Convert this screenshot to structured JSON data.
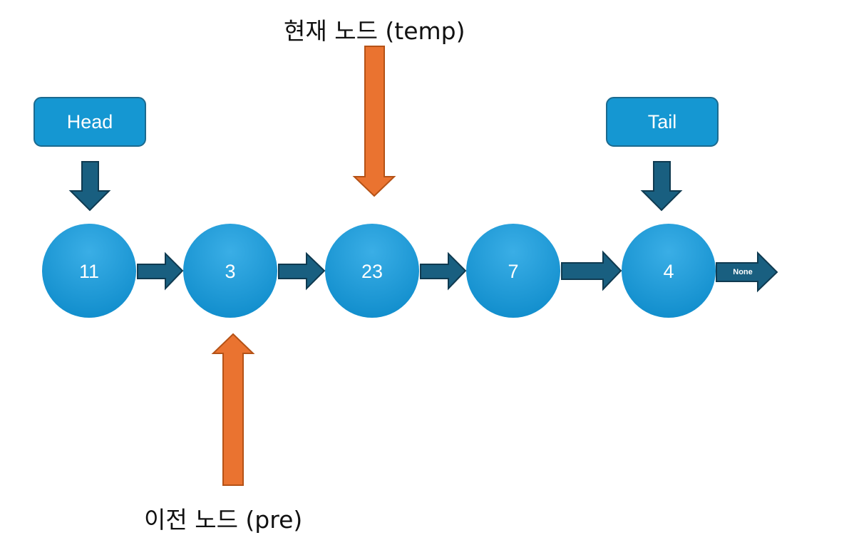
{
  "head_label": "Head",
  "tail_label": "Tail",
  "nodes": [
    "11",
    "3",
    "23",
    "7",
    "4"
  ],
  "none_label": "None",
  "temp_caption": "현재 노드 (temp)",
  "pre_caption": "이전 노드 (pre)",
  "colors": {
    "node": "#1597d2",
    "link_arrow": "#195f80",
    "pointer_arrow": "#ea7330"
  }
}
